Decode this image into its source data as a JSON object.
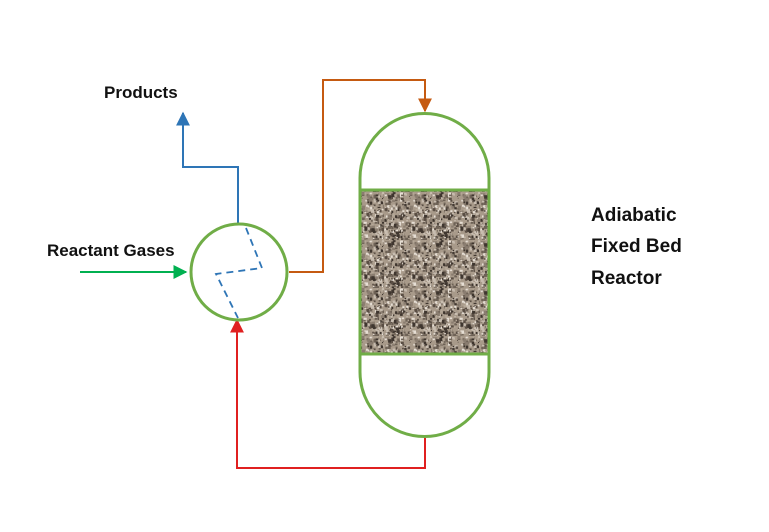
{
  "labels": {
    "products": "Products",
    "reactant_gases": "Reactant Gases",
    "reactor_line1": "Adiabatic",
    "reactor_line2": "Fixed Bed",
    "reactor_line3": "Reactor"
  },
  "colors": {
    "vessel_outline": "#70ad47",
    "reactant_feed": "#00b050",
    "products_stream": "#2e75b6",
    "heated_feed_stream": "#c55a11",
    "reactor_effluent_stream": "#e02020",
    "catalyst_base": "#a89a8a",
    "exchanger_internal": "#2e75b6"
  },
  "icons": {
    "exchanger_coil": "dashed-zigzag",
    "catalyst_bed": "speckled-granular-fill"
  }
}
